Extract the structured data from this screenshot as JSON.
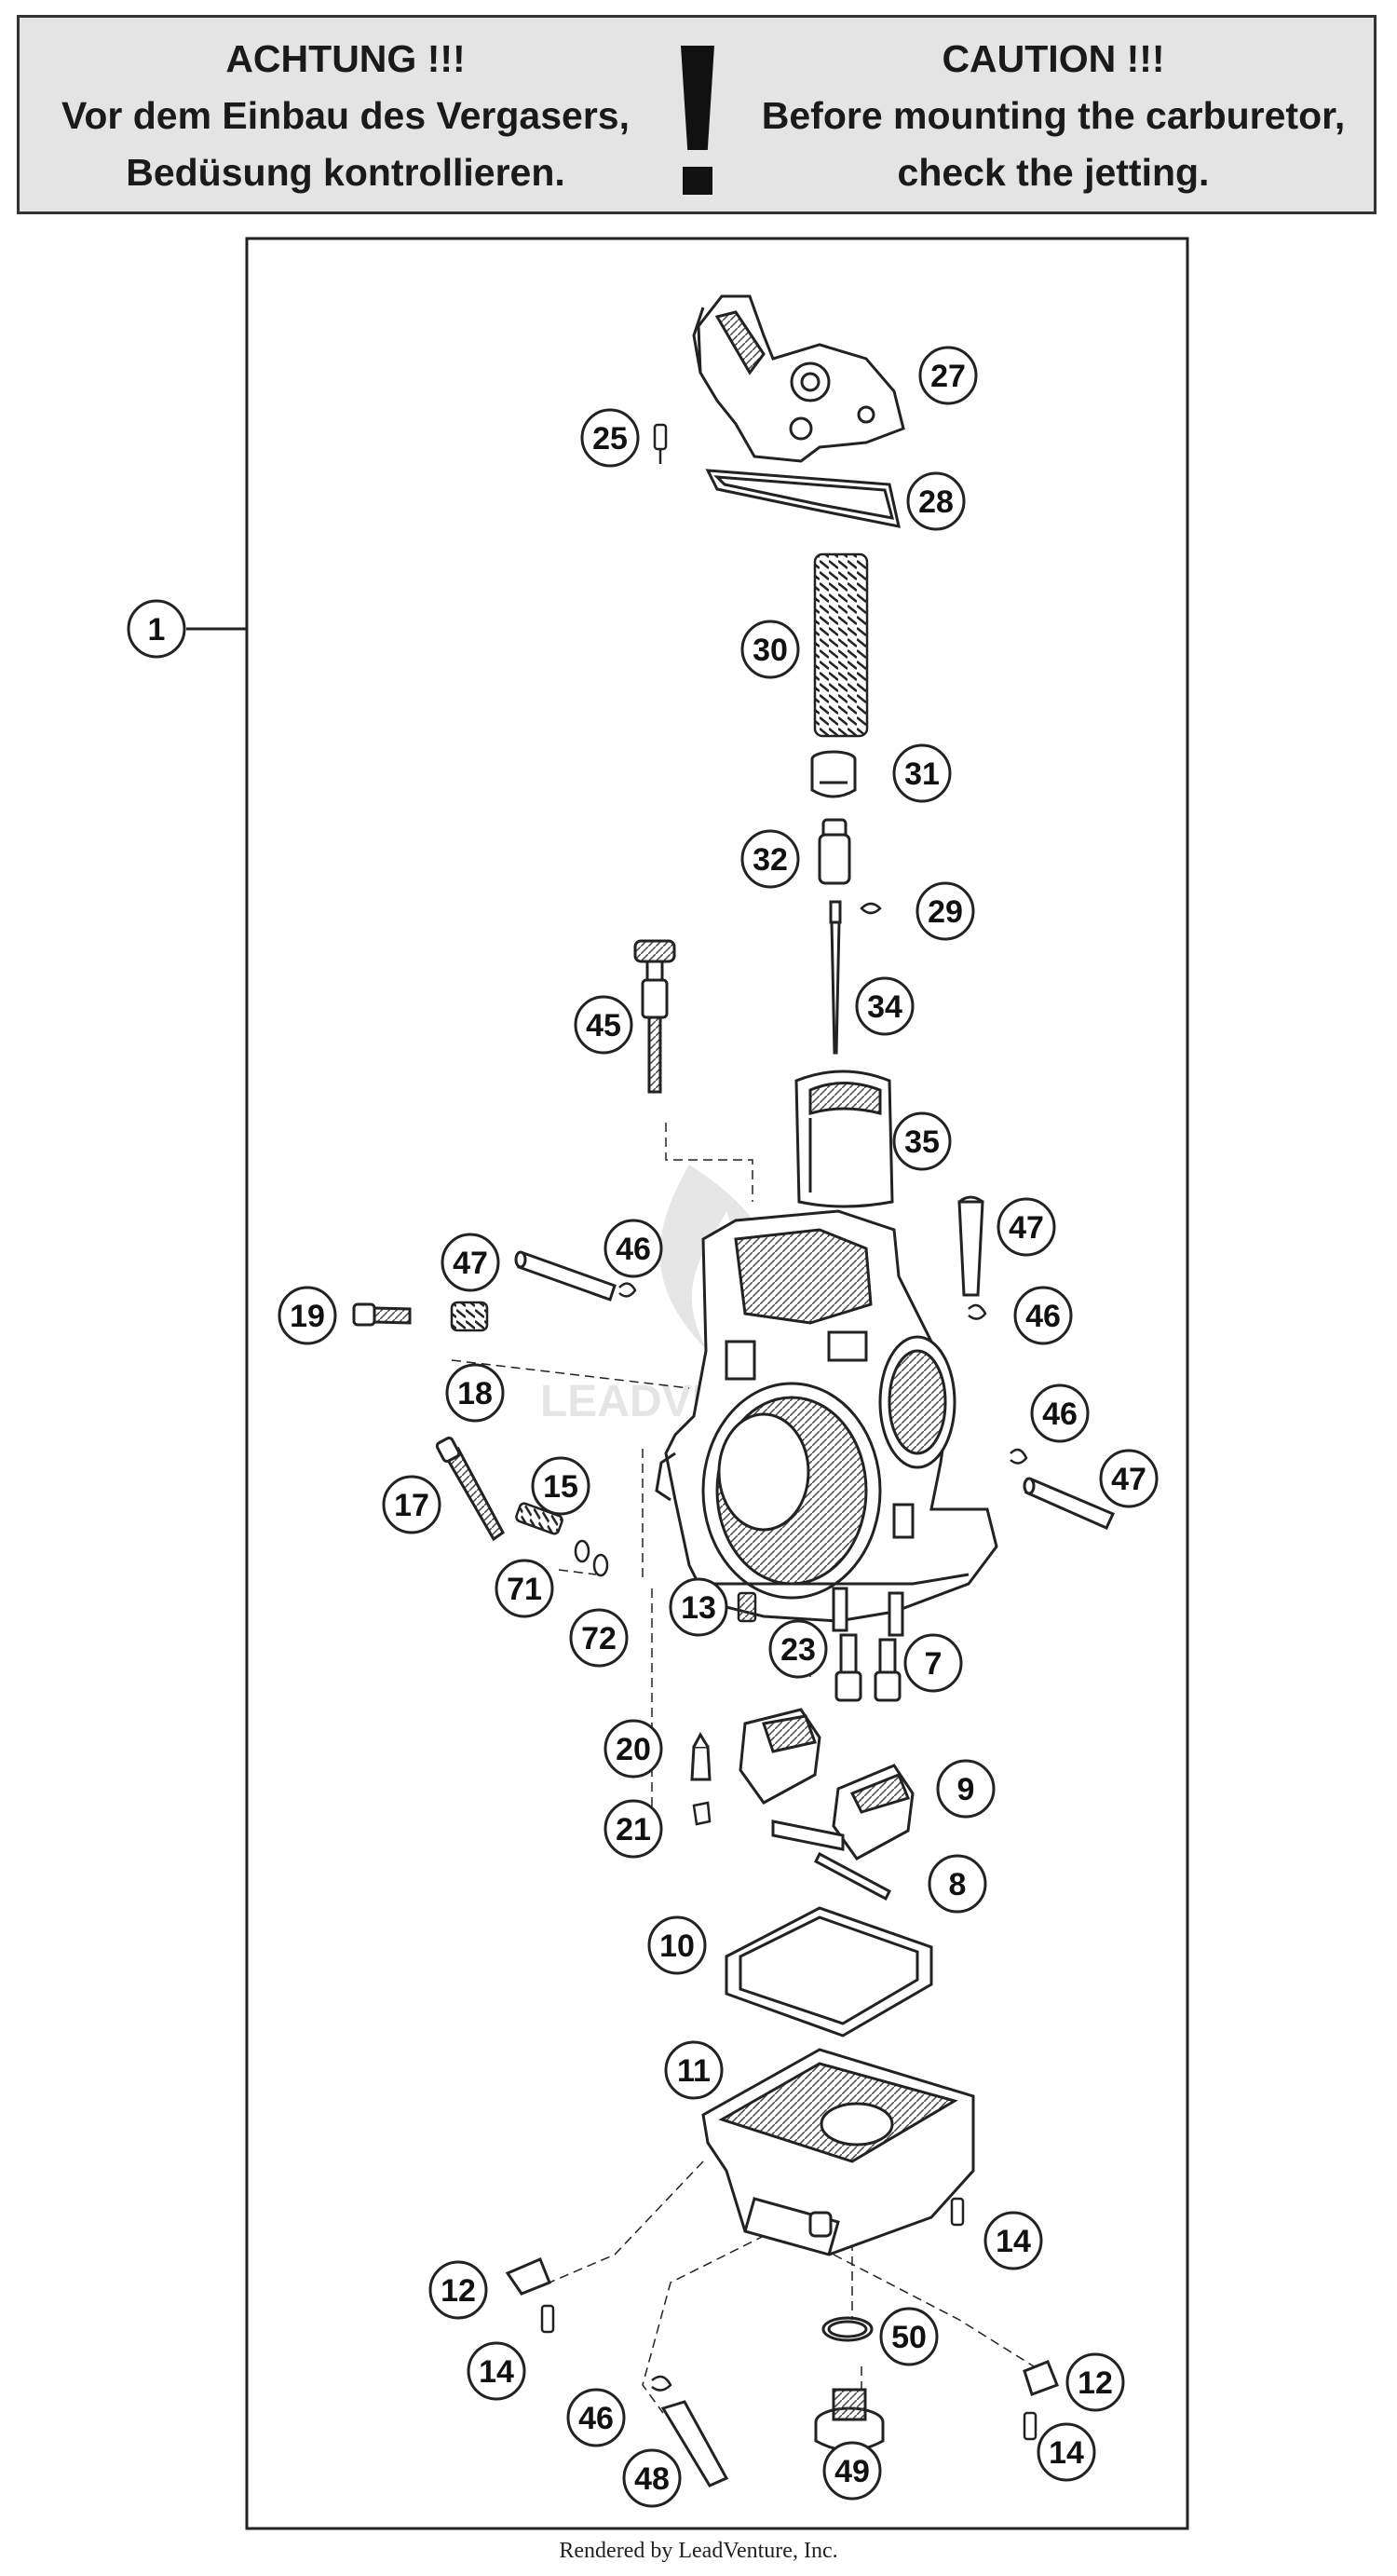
{
  "warning": {
    "de_title": "ACHTUNG !!!",
    "de_line1": "Vor dem Einbau des Vergasers,",
    "de_line2": "Bedüsung kontrollieren.",
    "en_title": "CAUTION !!!",
    "en_line1": "Before mounting the carburetor,",
    "en_line2": "check the jetting."
  },
  "callouts": [
    "1",
    "25",
    "27",
    "28",
    "30",
    "31",
    "32",
    "29",
    "34",
    "45",
    "35",
    "47",
    "46",
    "47",
    "46",
    "19",
    "18",
    "46",
    "47",
    "17",
    "15",
    "71",
    "72",
    "13",
    "23",
    "7",
    "20",
    "9",
    "21",
    "8",
    "10",
    "11",
    "14",
    "12",
    "14",
    "50",
    "12",
    "14",
    "46",
    "48",
    "49"
  ],
  "watermark": "LEADVENTURE",
  "footer": "Rendered by LeadVenture, Inc."
}
